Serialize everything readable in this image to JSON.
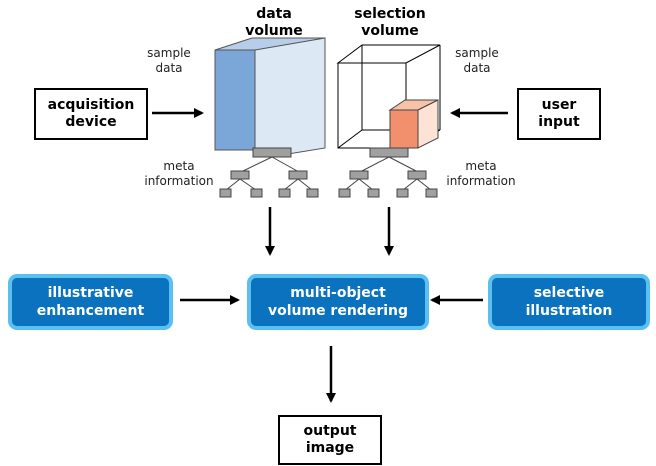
{
  "nodes": {
    "data_volume": "data\nvolume",
    "selection_volume": "selection\nvolume",
    "acquisition_device": "acquisition\ndevice",
    "user_input": "user\ninput",
    "illustrative_enhancement": "illustrative\nenhancement",
    "multi_object_rendering": "multi-object\nvolume rendering",
    "selective_illustration": "selective\nillustration",
    "output_image": "output\nimage"
  },
  "annotations": {
    "sample_data_left": "sample\ndata",
    "sample_data_right": "sample\ndata",
    "meta_information_left": "meta\ninformation",
    "meta_information_right": "meta\ninformation"
  },
  "colors": {
    "data_cube_front": "#7aa6d8",
    "data_cube_side": "#dde8f5",
    "data_cube_top": "#b7cdea",
    "selection_cube_front": "#f2906e",
    "selection_cube_side": "#fde2d6",
    "selection_cube_top": "#f8c2a8",
    "blue_box_fill": "#0a72bf",
    "blue_box_border": "#59c0f0",
    "tree_node": "#a0a0a0"
  }
}
